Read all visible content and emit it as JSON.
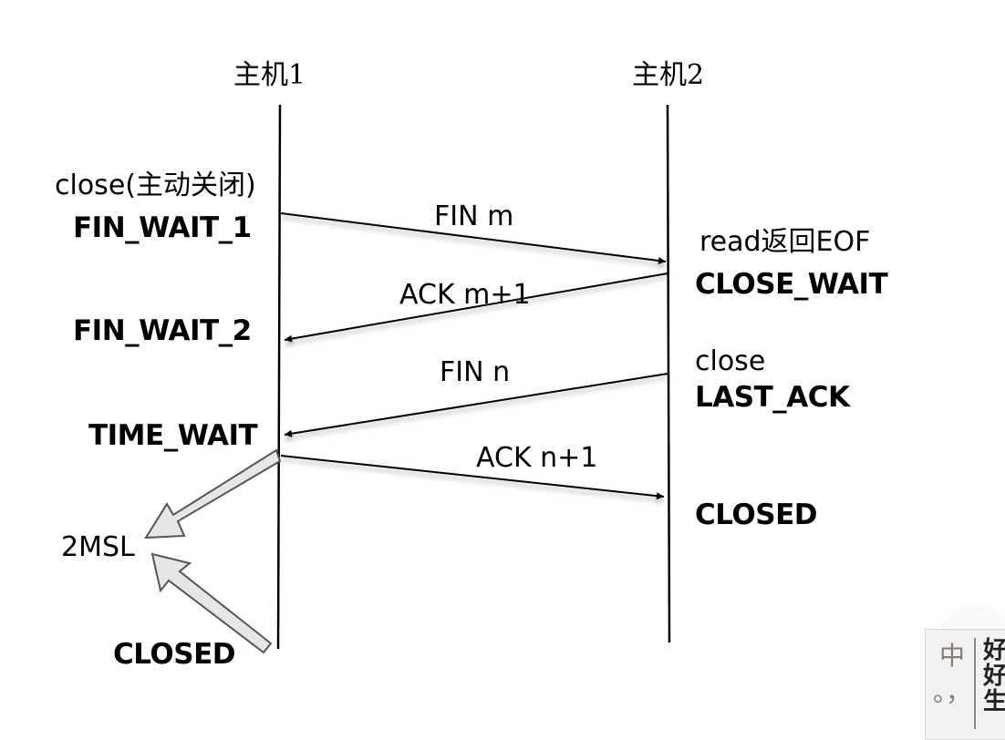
{
  "hosts": {
    "host1": "主机1",
    "host2": "主机2"
  },
  "host1_labels": {
    "close_action": "close(主动关闭)",
    "fin_wait_1": "FIN_WAIT_1",
    "fin_wait_2": "FIN_WAIT_2",
    "time_wait": "TIME_WAIT",
    "twomsl": "2MSL",
    "closed": "CLOSED"
  },
  "host2_labels": {
    "read_eof": "read返回EOF",
    "close_wait": "CLOSE_WAIT",
    "close_action": "close",
    "last_ack": "LAST_ACK",
    "closed": "CLOSED"
  },
  "messages": [
    {
      "label": "FIN m",
      "direction": "host1-to-host2"
    },
    {
      "label": "ACK m+1",
      "direction": "host2-to-host1"
    },
    {
      "label": "FIN n",
      "direction": "host2-to-host1"
    },
    {
      "label": "ACK n+1",
      "direction": "host1-to-host2"
    }
  ],
  "ime_panel": {
    "mode": "中",
    "punct": "。，",
    "candidates": "好\n好\n生"
  }
}
